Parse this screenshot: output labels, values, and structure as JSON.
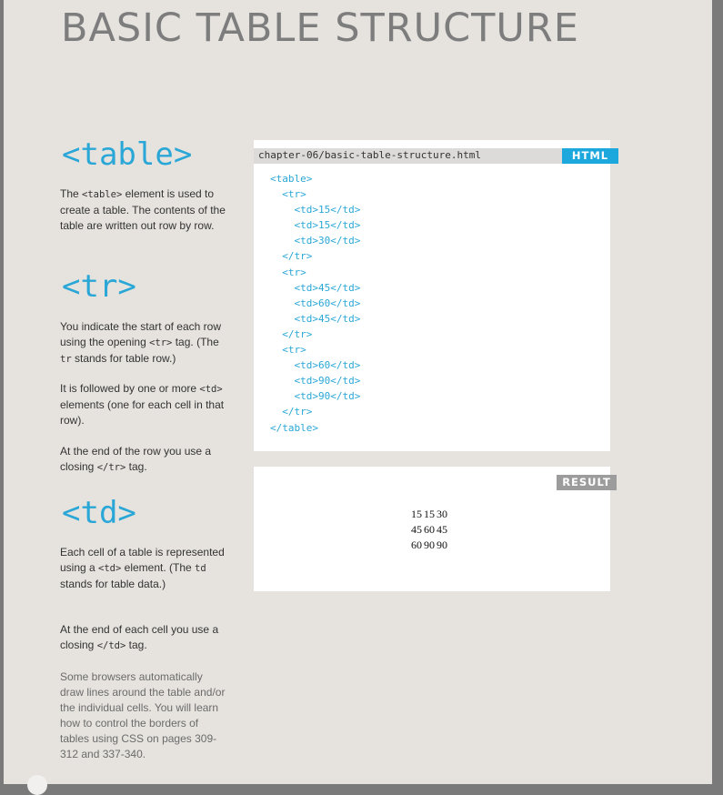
{
  "page": {
    "title": "BASIC TABLE STRUCTURE"
  },
  "sections": [
    {
      "heading": "<table>",
      "paragraphs": [
        [
          "The ",
          {
            "code": "<table>"
          },
          " element is used to create a table. The contents of the table are written out row by row."
        ]
      ]
    },
    {
      "heading": "<tr>",
      "paragraphs": [
        [
          "You indicate the start of each row using the opening ",
          {
            "code": "<tr>"
          },
          " tag. (The ",
          {
            "code": "tr"
          },
          " stands for table row.)"
        ],
        [
          "It is followed by one or more ",
          {
            "code": "<td>"
          },
          " elements (one for each cell in that row)."
        ],
        [
          "At the end of the row you use a closing ",
          {
            "code": "</tr>"
          },
          " tag."
        ]
      ]
    },
    {
      "heading": "<td>",
      "paragraphs": [
        [
          "Each cell of a table is represented using a ",
          {
            "code": "<td>"
          },
          " element. (The ",
          {
            "code": "td"
          },
          " stands for table data.)"
        ],
        [
          "At the end of each cell you use a closing ",
          {
            "code": "</td>"
          },
          " tag."
        ],
        [
          "Some browsers automatically draw lines around the table and/or the individual cells. You will learn how to control the borders of tables using CSS on pages 309-312 and 337-340."
        ]
      ]
    }
  ],
  "code_panel": {
    "path": "chapter-06/basic-table-structure.html",
    "badge": "HTML",
    "lines": [
      "<table>",
      "  <tr>",
      "    <td>15</td>",
      "    <td>15</td>",
      "    <td>30</td>",
      "  </tr>",
      "  <tr>",
      "    <td>45</td>",
      "    <td>60</td>",
      "    <td>45</td>",
      "  </tr>",
      "  <tr>",
      "    <td>60</td>",
      "    <td>90</td>",
      "    <td>90</td>",
      "  </tr>",
      "</table>"
    ]
  },
  "result_panel": {
    "badge": "RESULT",
    "rows": [
      [
        "15",
        "15",
        "30"
      ],
      [
        "45",
        "60",
        "45"
      ],
      [
        "60",
        "90",
        "90"
      ]
    ]
  },
  "colors": {
    "accent": "#1ca8dd",
    "page_bg": "#e6e3df",
    "title": "#7d7d7d"
  }
}
